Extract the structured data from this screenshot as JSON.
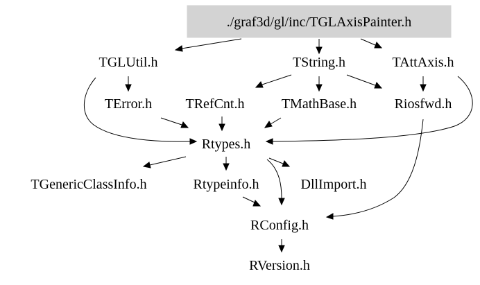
{
  "diagram": {
    "nodes": {
      "root": "./graf3d/gl/inc/TGLAxisPainter.h",
      "tglutil": "TGLUtil.h",
      "tstring": "TString.h",
      "tattaxis": "TAttAxis.h",
      "terror": "TError.h",
      "trefcnt": "TRefCnt.h",
      "tmathbase": "TMathBase.h",
      "riosfwd": "Riosfwd.h",
      "rtypes": "Rtypes.h",
      "tgenericclassinfo": "TGenericClassInfo.h",
      "rtypeinfo": "Rtypeinfo.h",
      "dllimport": "DllImport.h",
      "rconfig": "RConfig.h",
      "rversion": "RVersion.h"
    },
    "colors": {
      "root_fill": "#d3d3d3",
      "edge": "#000000",
      "text": "#000000",
      "background": "#ffffff"
    }
  }
}
